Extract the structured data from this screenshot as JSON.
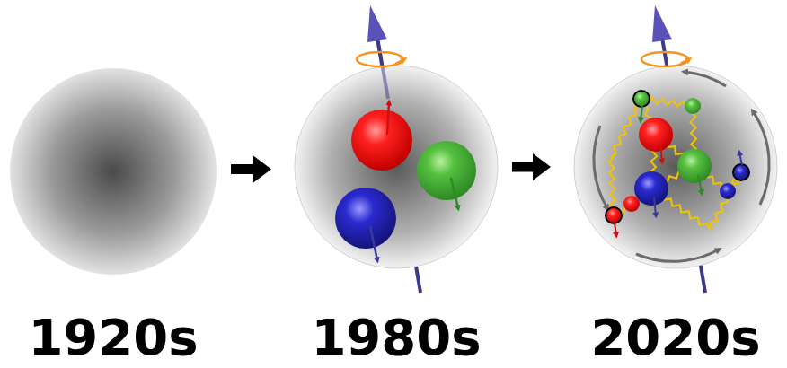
{
  "diagram": {
    "nodes": [
      {
        "text": [
          "1920s"
        ]
      },
      {
        "text": [
          "1980s"
        ]
      },
      {
        "text": [
          "2020s"
        ]
      }
    ],
    "edges": [
      {
        "from": 0,
        "to": 1,
        "arrow": "to"
      },
      {
        "from": 1,
        "to": 2,
        "arrow": "to"
      }
    ]
  }
}
